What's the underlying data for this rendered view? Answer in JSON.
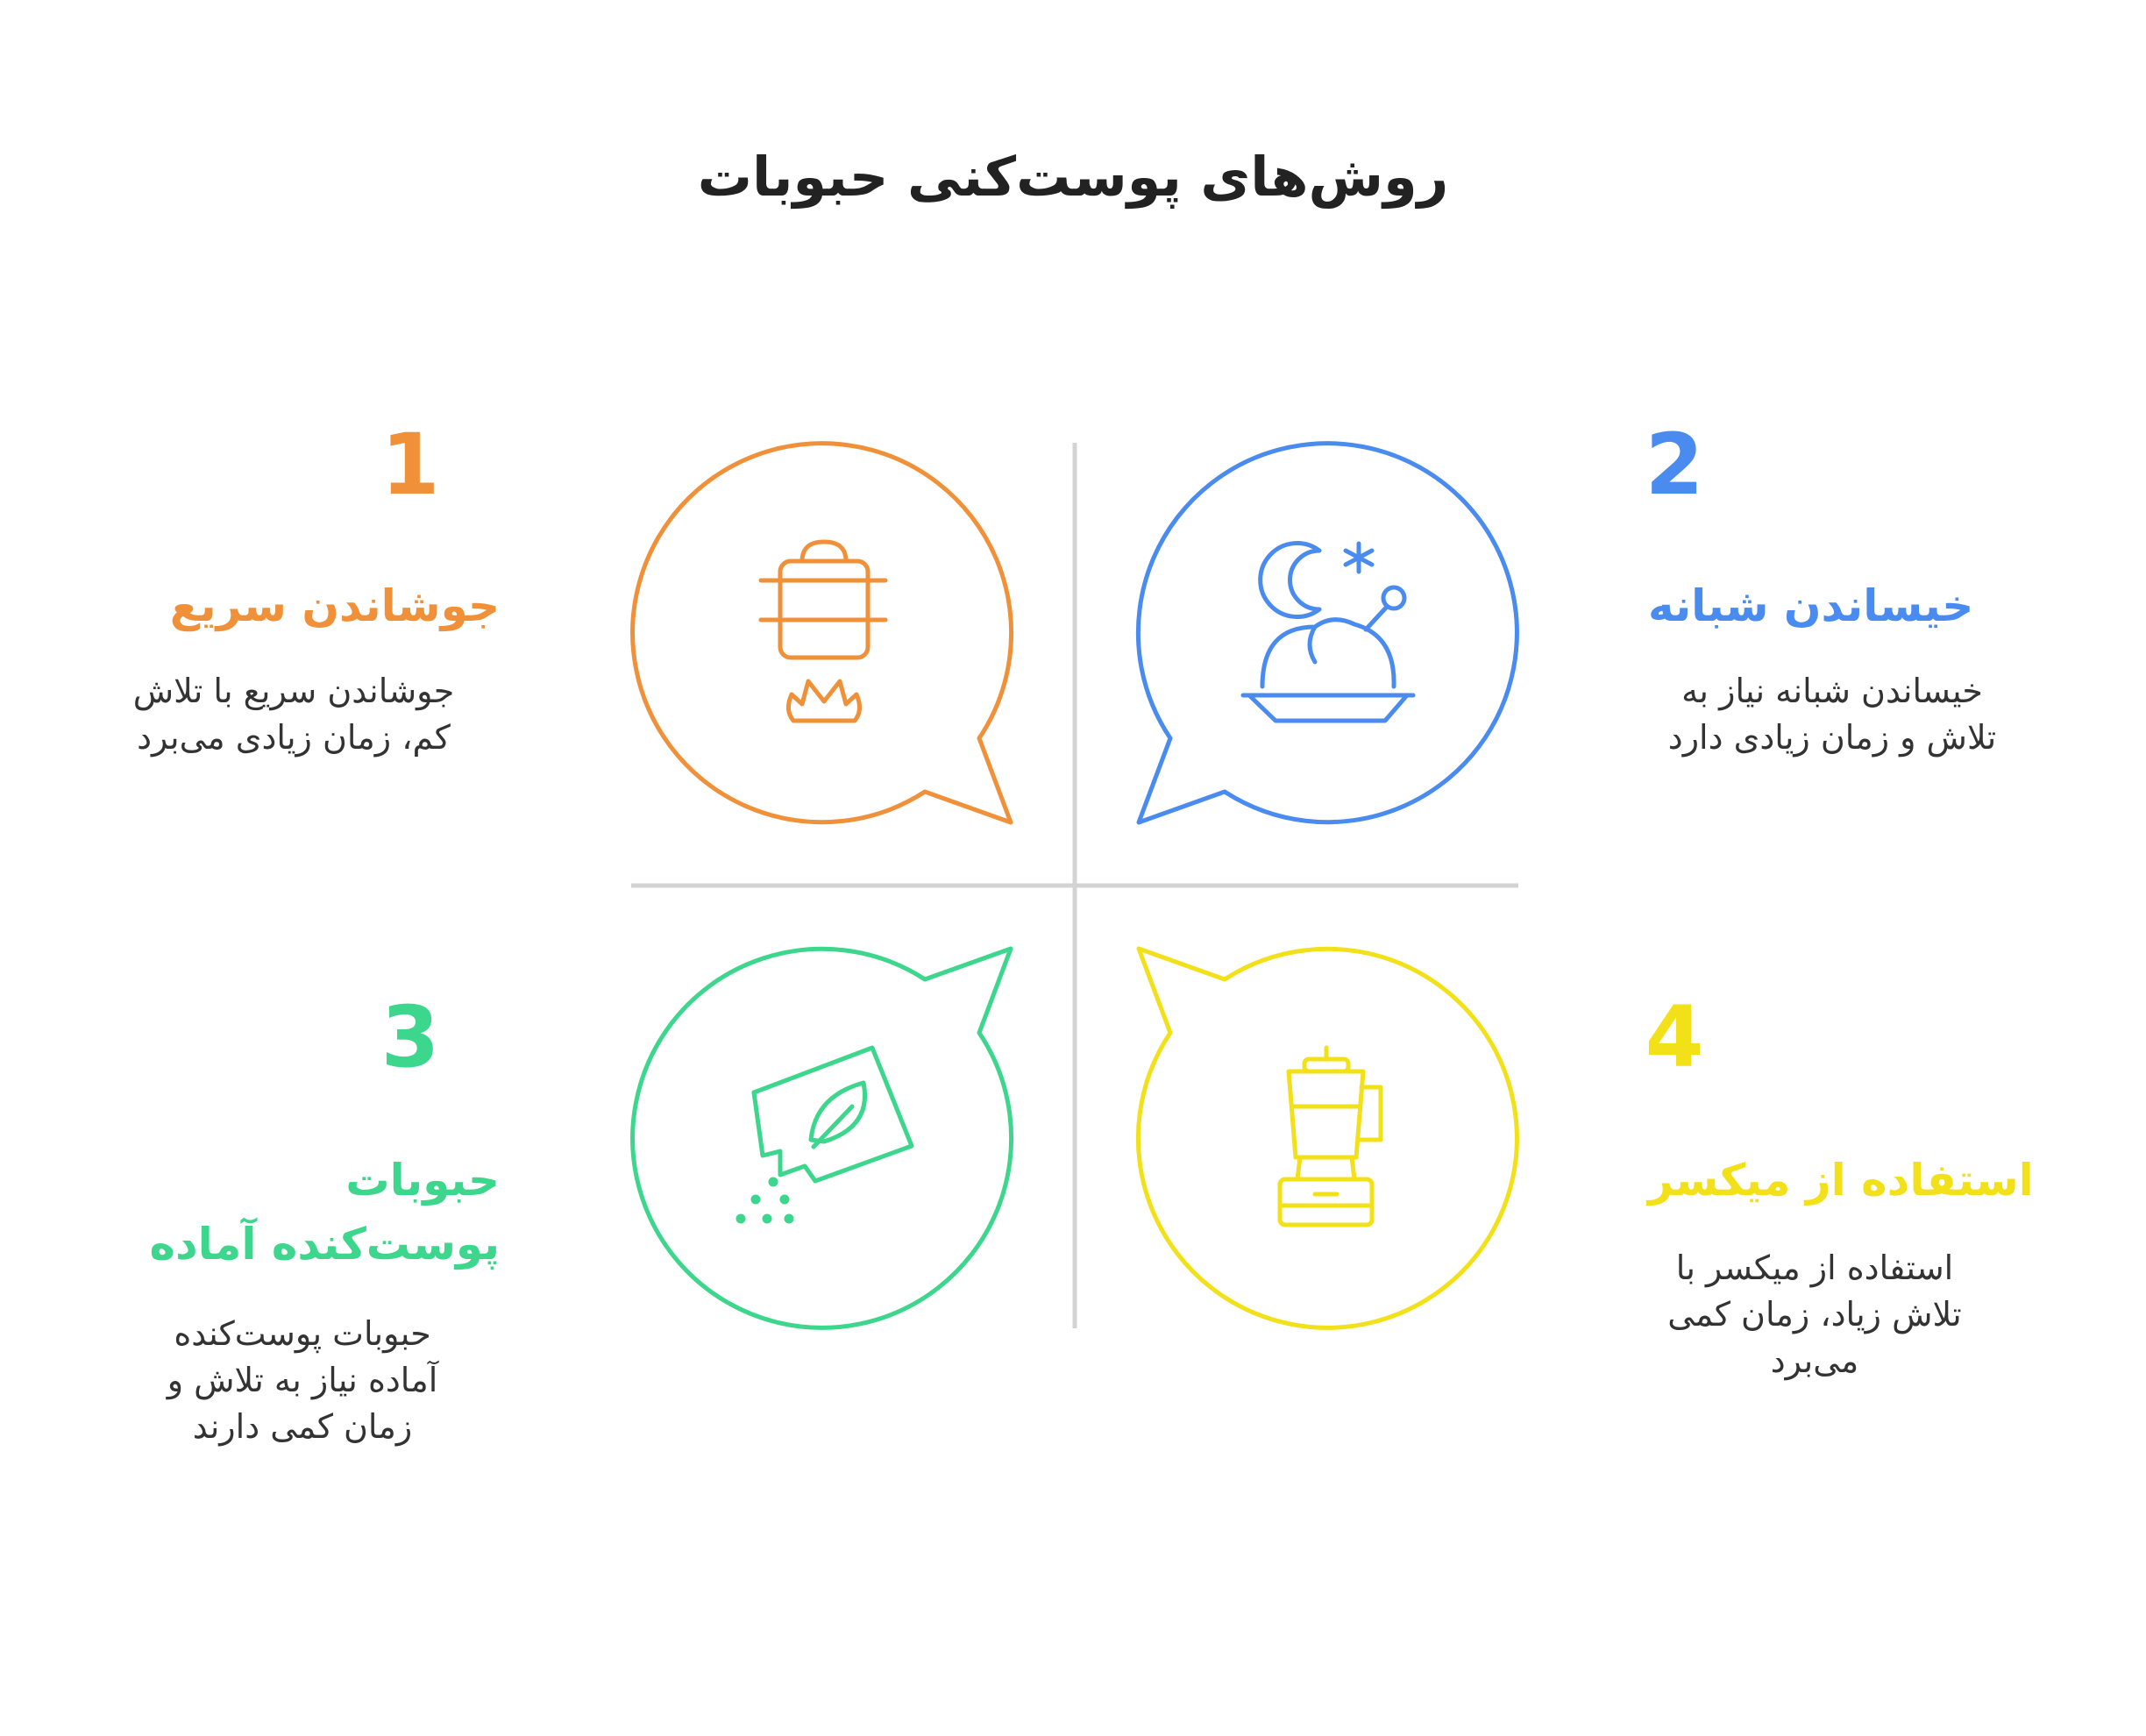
{
  "title": "روش‌های پوست‌کنی حبوبات",
  "colors": {
    "orange": "#F0913A",
    "blue": "#4A8BF0",
    "green": "#3CD68C",
    "yellow": "#F2E019",
    "divider": "#D3D3D3"
  },
  "methods": [
    {
      "number": "1",
      "heading": "جوشاندن سریع",
      "description": [
        "جوشاندن سریع با تلاش",
        "کم، زمان زیادی می‌برد"
      ],
      "icon": "boiling-pot-icon"
    },
    {
      "number": "2",
      "heading": "خیساندن شبانه",
      "description": [
        "خیساندن شبانه نیاز به",
        "تلاش و زمان زیادی دارد"
      ],
      "icon": "overnight-dish-icon"
    },
    {
      "number": "3",
      "heading": [
        "حبوبات",
        "پوست‌کنده آماده"
      ],
      "description": [
        "حبوبات پوست‌کنده",
        "آماده نیاز به تلاش و",
        "زمان کمی دارند"
      ],
      "icon": "seed-packet-icon"
    },
    {
      "number": "4",
      "heading": "استفاده از میکسر",
      "description": [
        "استفاده از میکسر با",
        "تلاش زیاد، زمان کمی",
        "می‌برد"
      ],
      "icon": "blender-icon"
    }
  ]
}
